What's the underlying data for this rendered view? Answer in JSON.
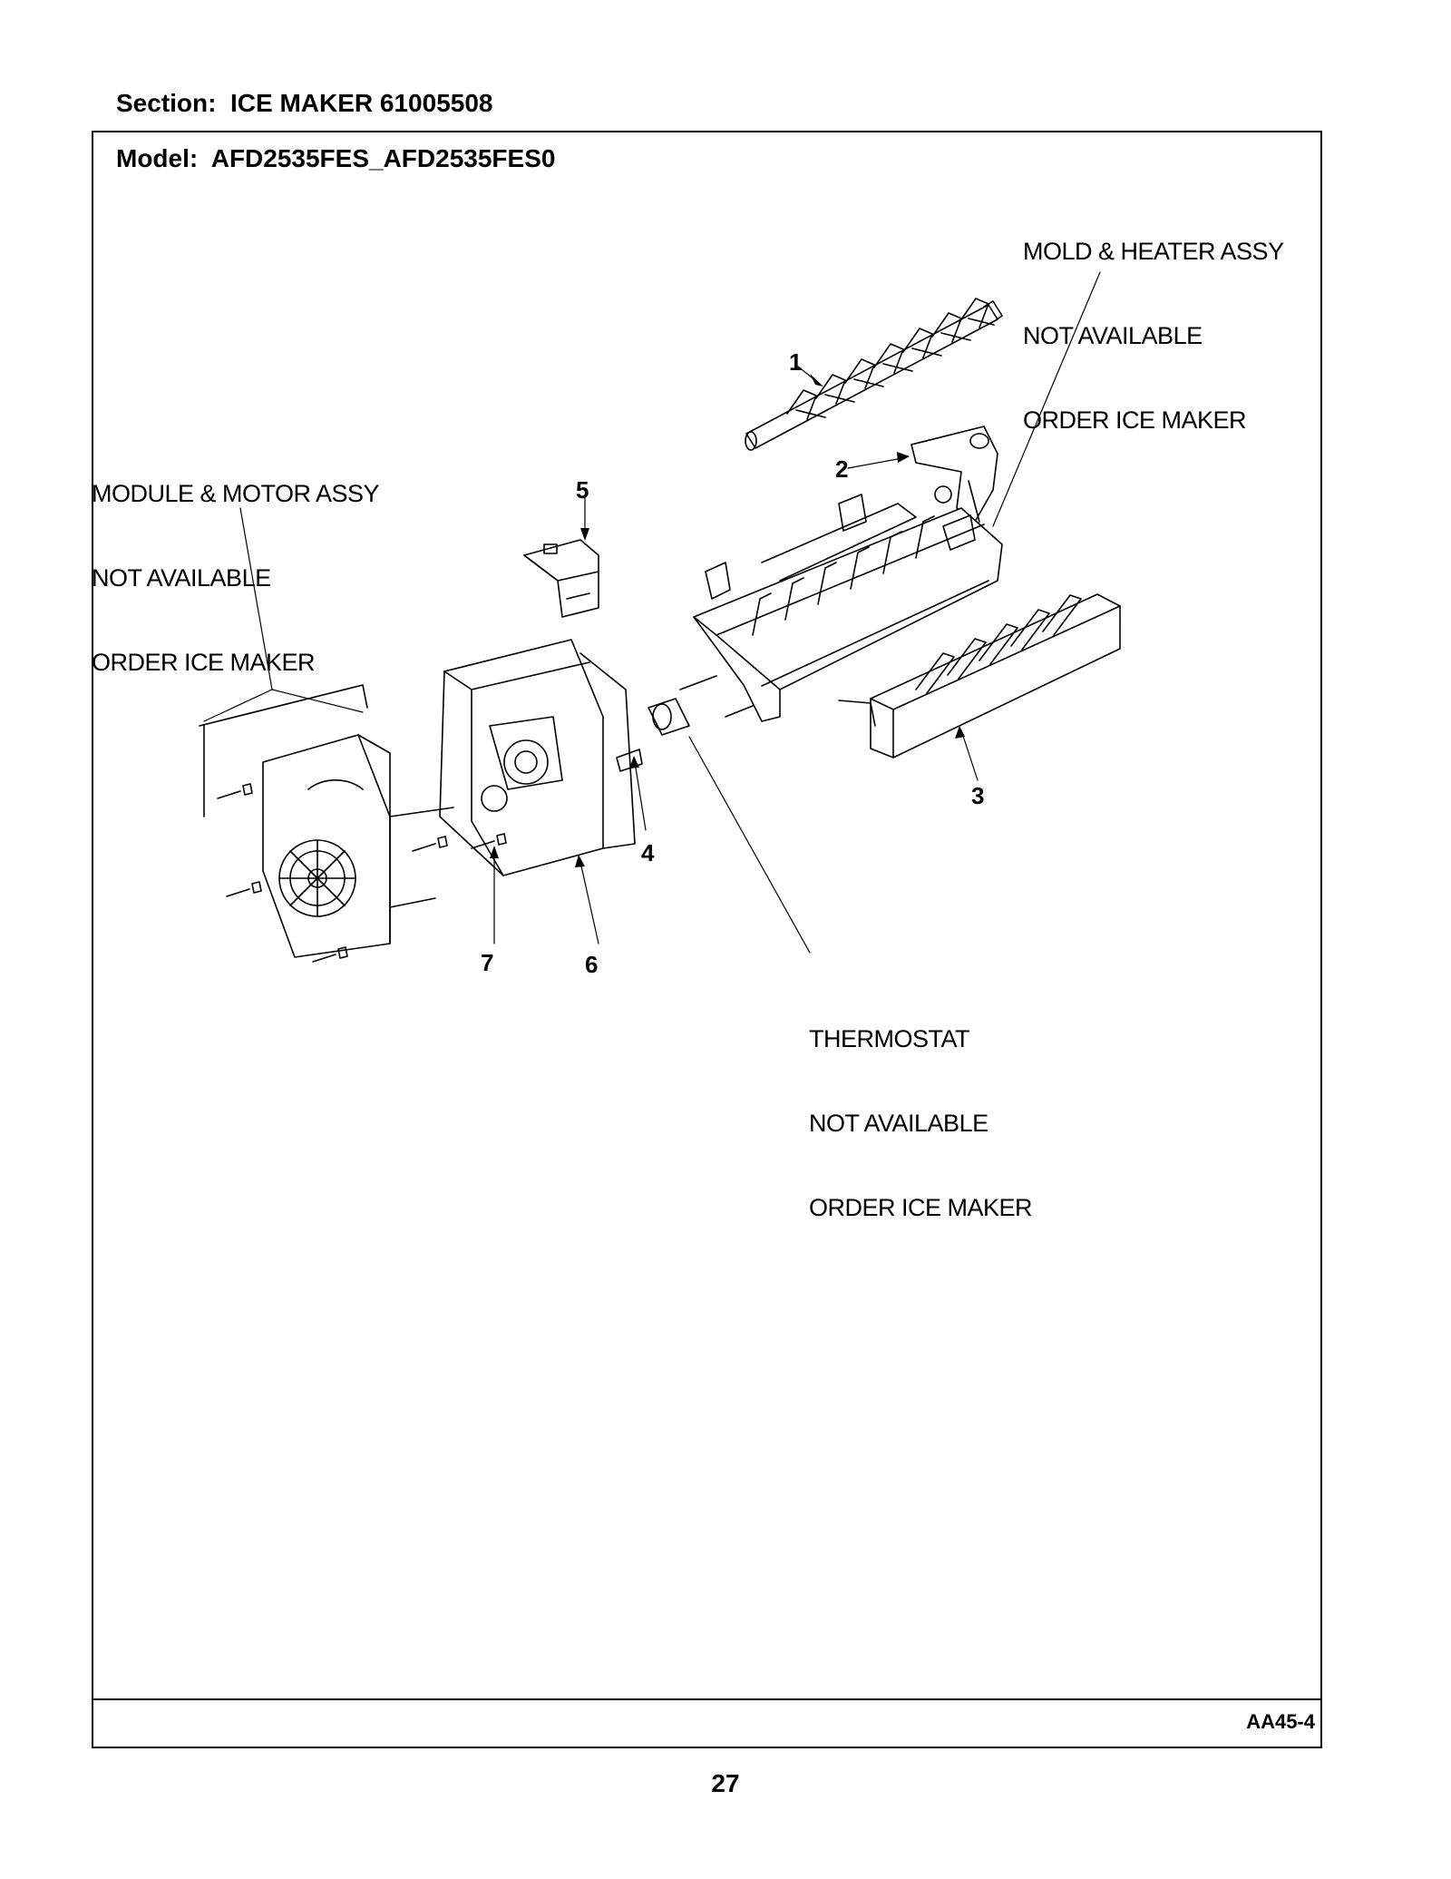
{
  "header": {
    "section": "Section:  ICE MAKER 61005508",
    "model": "Model:  AFD2535FES_AFD2535FES0"
  },
  "callouts": {
    "mold_heater": [
      "MOLD & HEATER ASSY",
      "NOT AVAILABLE",
      "ORDER ICE MAKER"
    ],
    "module_motor": [
      "MODULE & MOTOR ASSY",
      "NOT AVAILABLE",
      "ORDER ICE MAKER"
    ],
    "thermostat": [
      "THERMOSTAT",
      "NOT AVAILABLE",
      "ORDER ICE MAKER"
    ]
  },
  "part_numbers": [
    "1",
    "2",
    "3",
    "4",
    "5",
    "6",
    "7"
  ],
  "footer": {
    "drawing_id": "AA45-4",
    "page_number": "27"
  }
}
